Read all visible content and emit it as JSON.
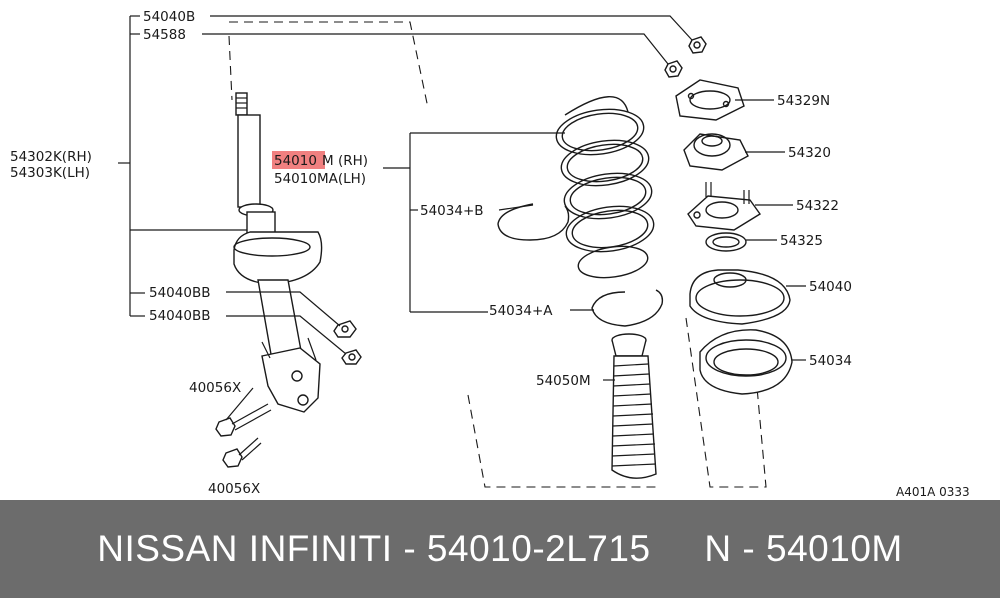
{
  "diagram": {
    "labels": {
      "p54040B": "54040B",
      "p54588": "54588",
      "p54302K": "54302K(RH)",
      "p54303K": "54303K(LH)",
      "p54010M_code": "54010",
      "p54010M_suffix": "M (RH)",
      "p54010MA": "54010MA(LH)",
      "p54034B": "54034+B",
      "p54040BB_1": "54040BB",
      "p54040BB_2": "54040BB",
      "p40056X_1": "40056X",
      "p40056X_2": "40056X",
      "p54034A": "54034+A",
      "p54050M": "54050M",
      "p54329N": "54329N",
      "p54320": "54320",
      "p54322": "54322",
      "p54325": "54325",
      "p54040": "54040",
      "p54034": "54034",
      "ref": "A401A 0333"
    },
    "highlight_color": "#f08080"
  },
  "footer": {
    "title": "NISSAN INFINITI - 54010-2L715     N - 54010M",
    "background": "#6c6c6c"
  }
}
